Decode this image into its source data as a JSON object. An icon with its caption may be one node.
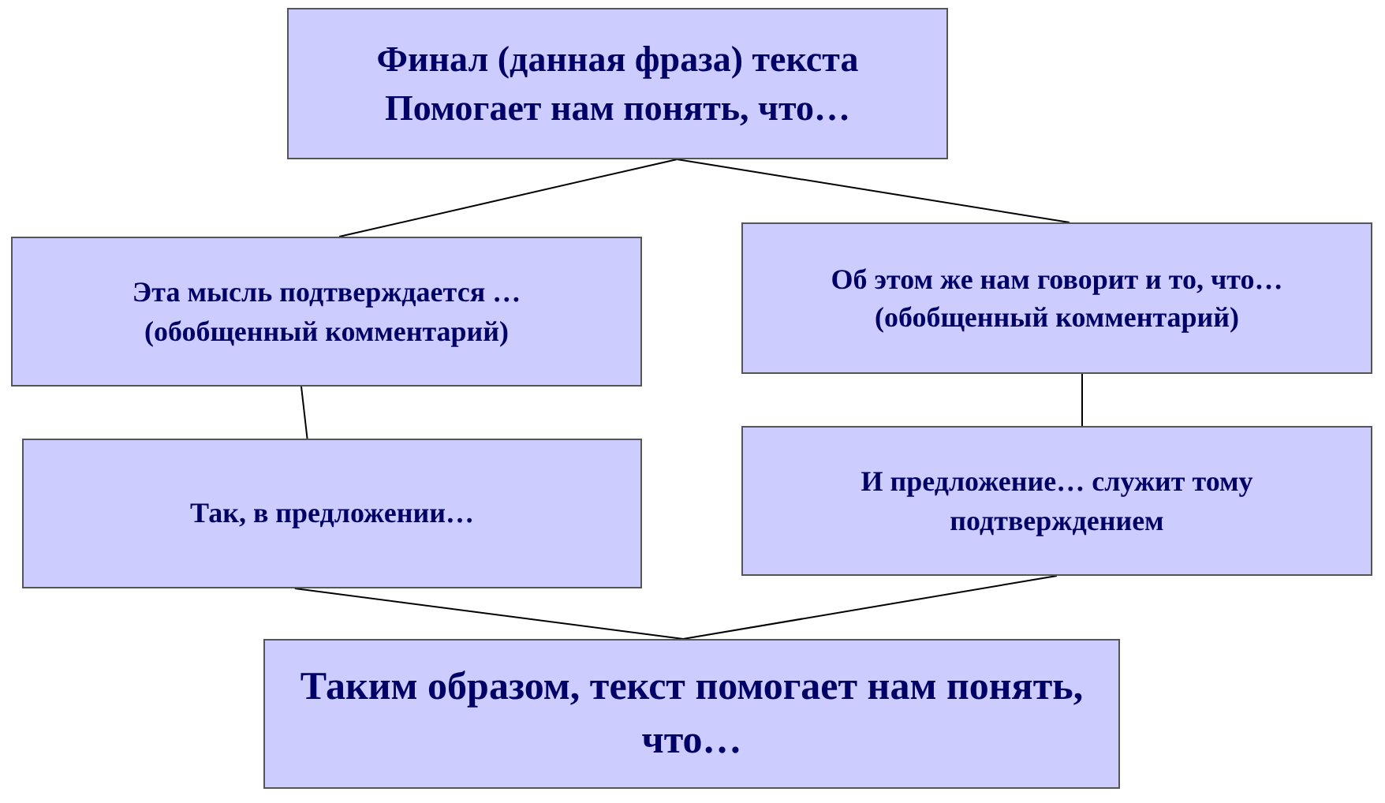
{
  "diagram": {
    "nodes": [
      {
        "text": [
          "Финал (данная фраза) текста",
          "Помогает нам понять, что…"
        ]
      },
      {
        "text": [
          "Эта мысль подтверждается …",
          "(обобщенный комментарий)"
        ]
      },
      {
        "text": [
          "Об этом же нам говорит и то, что…",
          "(обобщенный комментарий)"
        ]
      },
      {
        "text": [
          "Так, в предложении…"
        ]
      },
      {
        "text": [
          "И предложение… служит тому подтверждением"
        ]
      },
      {
        "text": [
          "Таким образом, текст помогает нам понять, что…"
        ]
      }
    ],
    "edges": [
      {
        "from": 0,
        "to": 1,
        "arrow": "none"
      },
      {
        "from": 0,
        "to": 2,
        "arrow": "none"
      },
      {
        "from": 1,
        "to": 3,
        "arrow": "none"
      },
      {
        "from": 2,
        "to": 4,
        "arrow": "none"
      },
      {
        "from": 3,
        "to": 5,
        "arrow": "none"
      },
      {
        "from": 4,
        "to": 5,
        "arrow": "none"
      }
    ]
  }
}
